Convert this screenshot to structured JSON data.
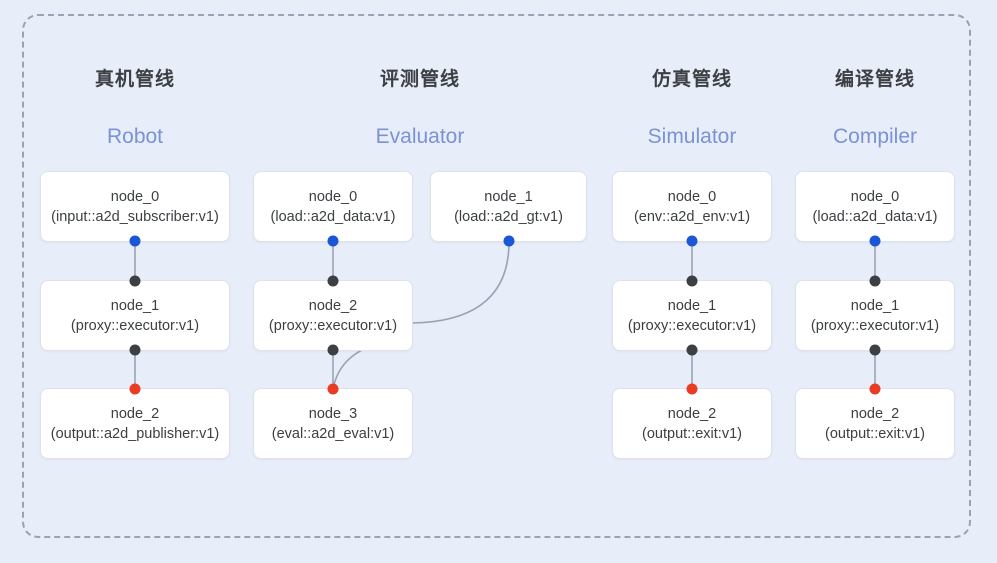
{
  "diagram": {
    "background_color": "#e8edfa",
    "frame": {
      "style": "dashed",
      "color": "#9aa3b5"
    },
    "port_colors": {
      "input": "#1a56d6",
      "middle": "#3c4043",
      "output": "#ea3c24"
    },
    "edge_color": "#9aa3b5"
  },
  "columns": [
    {
      "id": "robot",
      "title_cn": "真机管线",
      "title_en": "Robot",
      "nodes": [
        {
          "name": "node_0",
          "type": "(input::a2d_subscriber:v1)"
        },
        {
          "name": "node_1",
          "type": "(proxy::executor:v1)"
        },
        {
          "name": "node_2",
          "type": "(output::a2d_publisher:v1)"
        }
      ]
    },
    {
      "id": "evaluator",
      "title_cn": "评测管线",
      "title_en": "Evaluator",
      "nodes": [
        {
          "name": "node_0",
          "type": "(load::a2d_data:v1)"
        },
        {
          "name": "node_1",
          "type": "(load::a2d_gt:v1)"
        },
        {
          "name": "node_2",
          "type": "(proxy::executor:v1)"
        },
        {
          "name": "node_3",
          "type": "(eval::a2d_eval:v1)"
        }
      ]
    },
    {
      "id": "simulator",
      "title_cn": "仿真管线",
      "title_en": "Simulator",
      "nodes": [
        {
          "name": "node_0",
          "type": "(env::a2d_env:v1)"
        },
        {
          "name": "node_1",
          "type": "(proxy::executor:v1)"
        },
        {
          "name": "node_2",
          "type": "(output::exit:v1)"
        }
      ]
    },
    {
      "id": "compiler",
      "title_cn": "编译管线",
      "title_en": "Compiler",
      "nodes": [
        {
          "name": "node_0",
          "type": "(load::a2d_data:v1)"
        },
        {
          "name": "node_1",
          "type": "(proxy::executor:v1)"
        },
        {
          "name": "node_2",
          "type": "(output::exit:v1)"
        }
      ]
    }
  ]
}
